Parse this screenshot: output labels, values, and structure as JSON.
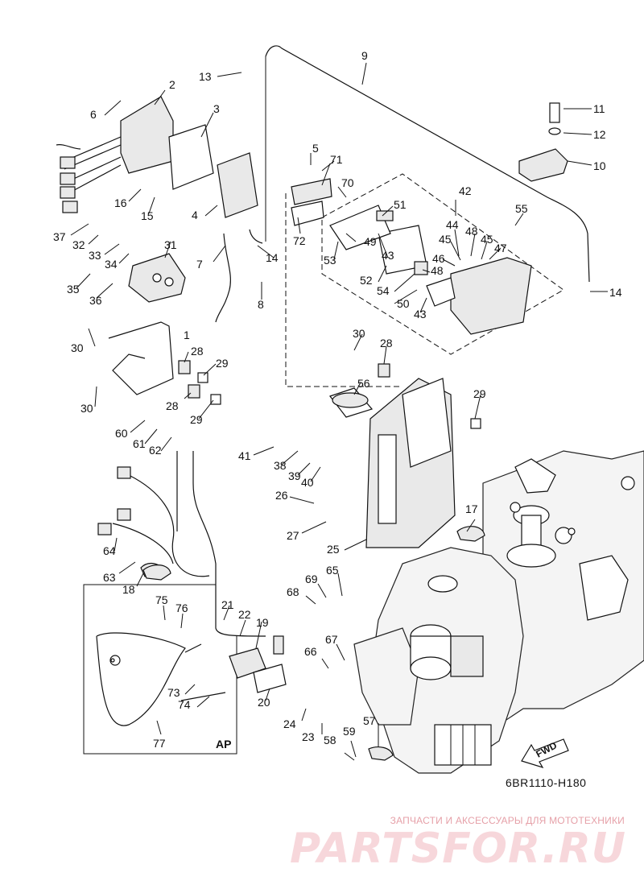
{
  "diagram": {
    "catalog_code": "6BR1110-H180",
    "ap_label": "AP",
    "fwd_label": "FWD",
    "callouts": [
      {
        "id": "c1",
        "n": "1"
      },
      {
        "id": "c2",
        "n": "2"
      },
      {
        "id": "c3",
        "n": "3"
      },
      {
        "id": "c4",
        "n": "4"
      },
      {
        "id": "c5",
        "n": "5"
      },
      {
        "id": "c6",
        "n": "6"
      },
      {
        "id": "c7",
        "n": "7"
      },
      {
        "id": "c8",
        "n": "8"
      },
      {
        "id": "c9",
        "n": "9"
      },
      {
        "id": "c10",
        "n": "10"
      },
      {
        "id": "c11",
        "n": "11"
      },
      {
        "id": "c12",
        "n": "12"
      },
      {
        "id": "c13",
        "n": "13"
      },
      {
        "id": "c14a",
        "n": "14"
      },
      {
        "id": "c14b",
        "n": "14"
      },
      {
        "id": "c15",
        "n": "15"
      },
      {
        "id": "c16",
        "n": "16"
      },
      {
        "id": "c17",
        "n": "17"
      },
      {
        "id": "c18",
        "n": "18"
      },
      {
        "id": "c19",
        "n": "19"
      },
      {
        "id": "c20",
        "n": "20"
      },
      {
        "id": "c21",
        "n": "21"
      },
      {
        "id": "c22",
        "n": "22"
      },
      {
        "id": "c23",
        "n": "23"
      },
      {
        "id": "c24",
        "n": "24"
      },
      {
        "id": "c25",
        "n": "25"
      },
      {
        "id": "c26",
        "n": "26"
      },
      {
        "id": "c27",
        "n": "27"
      },
      {
        "id": "c28a",
        "n": "28"
      },
      {
        "id": "c28b",
        "n": "28"
      },
      {
        "id": "c28c",
        "n": "28"
      },
      {
        "id": "c29a",
        "n": "29"
      },
      {
        "id": "c29b",
        "n": "29"
      },
      {
        "id": "c29c",
        "n": "29"
      },
      {
        "id": "c30a",
        "n": "30"
      },
      {
        "id": "c30b",
        "n": "30"
      },
      {
        "id": "c30c",
        "n": "30"
      },
      {
        "id": "c31",
        "n": "31"
      },
      {
        "id": "c32",
        "n": "32"
      },
      {
        "id": "c33",
        "n": "33"
      },
      {
        "id": "c34",
        "n": "34"
      },
      {
        "id": "c35",
        "n": "35"
      },
      {
        "id": "c36",
        "n": "36"
      },
      {
        "id": "c37",
        "n": "37"
      },
      {
        "id": "c38",
        "n": "38"
      },
      {
        "id": "c39",
        "n": "39"
      },
      {
        "id": "c40",
        "n": "40"
      },
      {
        "id": "c41",
        "n": "41"
      },
      {
        "id": "c42",
        "n": "42"
      },
      {
        "id": "c43a",
        "n": "43"
      },
      {
        "id": "c43b",
        "n": "43"
      },
      {
        "id": "c44",
        "n": "44"
      },
      {
        "id": "c45a",
        "n": "45"
      },
      {
        "id": "c45b",
        "n": "45"
      },
      {
        "id": "c46",
        "n": "46"
      },
      {
        "id": "c47",
        "n": "47"
      },
      {
        "id": "c48a",
        "n": "48"
      },
      {
        "id": "c48b",
        "n": "48"
      },
      {
        "id": "c49",
        "n": "49"
      },
      {
        "id": "c50",
        "n": "50"
      },
      {
        "id": "c51",
        "n": "51"
      },
      {
        "id": "c52",
        "n": "52"
      },
      {
        "id": "c53",
        "n": "53"
      },
      {
        "id": "c54",
        "n": "54"
      },
      {
        "id": "c55",
        "n": "55"
      },
      {
        "id": "c56",
        "n": "56"
      },
      {
        "id": "c57",
        "n": "57"
      },
      {
        "id": "c58",
        "n": "58"
      },
      {
        "id": "c59",
        "n": "59"
      },
      {
        "id": "c60",
        "n": "60"
      },
      {
        "id": "c61",
        "n": "61"
      },
      {
        "id": "c62",
        "n": "62"
      },
      {
        "id": "c63",
        "n": "63"
      },
      {
        "id": "c64",
        "n": "64"
      },
      {
        "id": "c65",
        "n": "65"
      },
      {
        "id": "c66",
        "n": "66"
      },
      {
        "id": "c67",
        "n": "67"
      },
      {
        "id": "c68",
        "n": "68"
      },
      {
        "id": "c69",
        "n": "69"
      },
      {
        "id": "c70",
        "n": "70"
      },
      {
        "id": "c71",
        "n": "71"
      },
      {
        "id": "c72",
        "n": "72"
      },
      {
        "id": "c73",
        "n": "73"
      },
      {
        "id": "c74",
        "n": "74"
      },
      {
        "id": "c75",
        "n": "75"
      },
      {
        "id": "c76",
        "n": "76"
      },
      {
        "id": "c77",
        "n": "77"
      }
    ]
  },
  "watermark": {
    "tagline": "ЗАПЧАСТИ И АКСЕССУАРЫ ДЛЯ МОТОТЕХНИКИ",
    "logo": "PARTSFOR.RU"
  }
}
